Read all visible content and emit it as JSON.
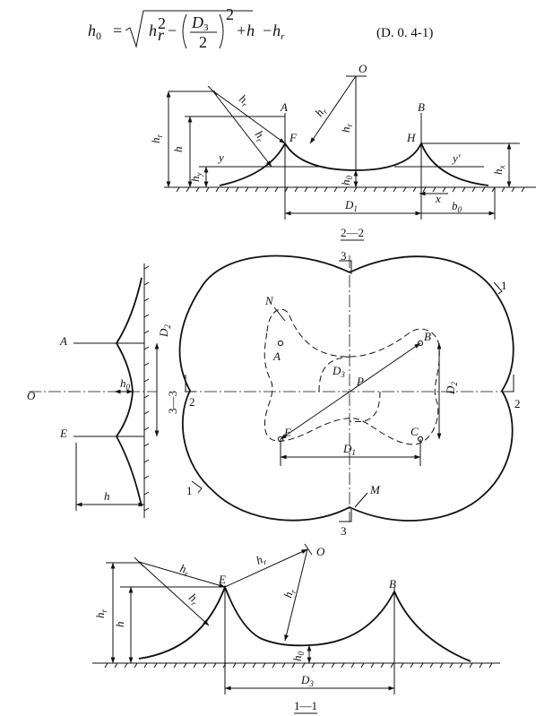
{
  "formula": {
    "lhs": "h",
    "lhs_sub": "0",
    "eq": "=",
    "r": "h",
    "r_sub": "r",
    "r_sup": "2",
    "minus": "−",
    "d": "D",
    "d_sub": "3",
    "two": "2",
    "pow": "2",
    "plus_h": "+h",
    "minus_hr": "−h",
    "hr_sub": "r",
    "number": "(D. 0. 4-1)"
  },
  "section_22": {
    "caption": "2—2",
    "labels": {
      "O": "O",
      "A": "A",
      "B": "B",
      "F": "F",
      "H": "H",
      "y": "y",
      "y_prime": "y′",
      "x": "x",
      "hr": "h",
      "hr_sub": "r",
      "h": "h",
      "hy": "h",
      "hy_sub": "y",
      "h0": "h",
      "h0_sub": "0",
      "hx": "h",
      "hx_sub": "x",
      "D1": "D",
      "D1_sub": "1",
      "b0": "b",
      "b0_sub": "0"
    }
  },
  "plan": {
    "labels": {
      "N": "N",
      "A": "A",
      "B": "B",
      "P": "P",
      "E": "E",
      "C": "C",
      "M": "M",
      "D3": "D",
      "D3_sub": "3",
      "D1": "D",
      "D1_sub": "1",
      "D2": "D",
      "D2_sub": "2",
      "cut2": "2",
      "cut3": "3",
      "cut1": "1"
    }
  },
  "section_33": {
    "caption": "3—3",
    "labels": {
      "A": "A",
      "O": "O",
      "E": "E",
      "h": "h",
      "h0": "h",
      "h0_sub": "0",
      "D2": "D",
      "D2_sub": "2"
    }
  },
  "section_11": {
    "caption": "1—1",
    "labels": {
      "E": "E",
      "B": "B",
      "O": "O",
      "hr": "h",
      "hr_sub": "r",
      "h": "h",
      "h0": "h",
      "h0_sub": "0",
      "D3": "D",
      "D3_sub": "3"
    }
  }
}
